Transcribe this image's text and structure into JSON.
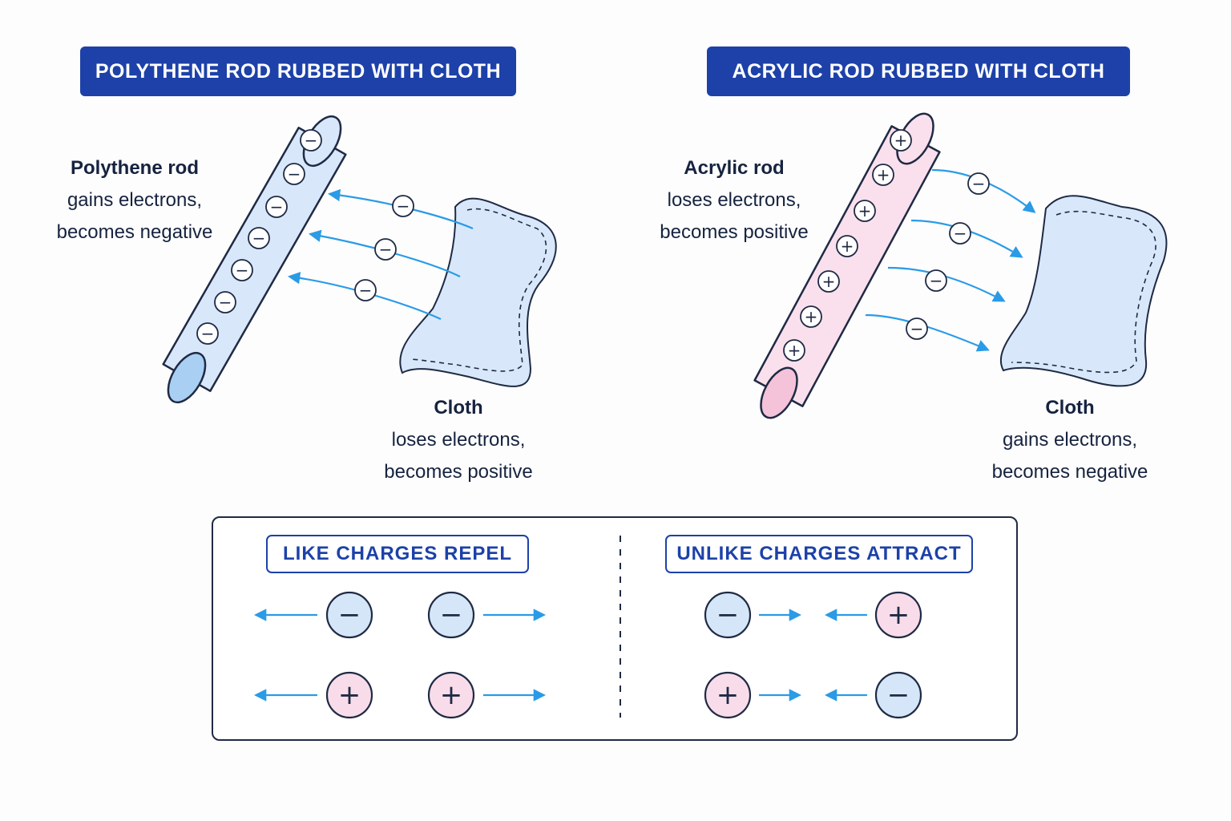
{
  "left_panel": {
    "heading": "POLYTHENE ROD RUBBED WITH CLOTH",
    "rod": {
      "title": "Polythene rod",
      "line1": "gains electrons,",
      "line2": "becomes negative",
      "charge": "−"
    },
    "cloth": {
      "title": "Cloth",
      "line1": "loses electrons,",
      "line2": "becomes positive"
    },
    "electron_symbol": "−"
  },
  "right_panel": {
    "heading": "ACRYLIC ROD RUBBED WITH CLOTH",
    "rod": {
      "title": "Acrylic rod",
      "line1": "loses electrons,",
      "line2": "becomes positive",
      "charge": "+"
    },
    "cloth": {
      "title": "Cloth",
      "line1": "gains electrons,",
      "line2": "becomes negative"
    },
    "electron_symbol": "−"
  },
  "rules": {
    "repel_heading": "LIKE  CHARGES  REPEL",
    "attract_heading": "UNLIKE  CHARGES  ATTRACT",
    "repel_rows": [
      [
        "−",
        "−"
      ],
      [
        "+",
        "+"
      ]
    ],
    "attract_rows": [
      [
        "−",
        "+"
      ],
      [
        "+",
        "−"
      ]
    ]
  },
  "colors": {
    "banner": "#1d41a8",
    "negative_fill": "#d5e6f8",
    "positive_fill": "#f9dcea",
    "arrow": "#2a9be6",
    "outline": "#1f2a44"
  }
}
